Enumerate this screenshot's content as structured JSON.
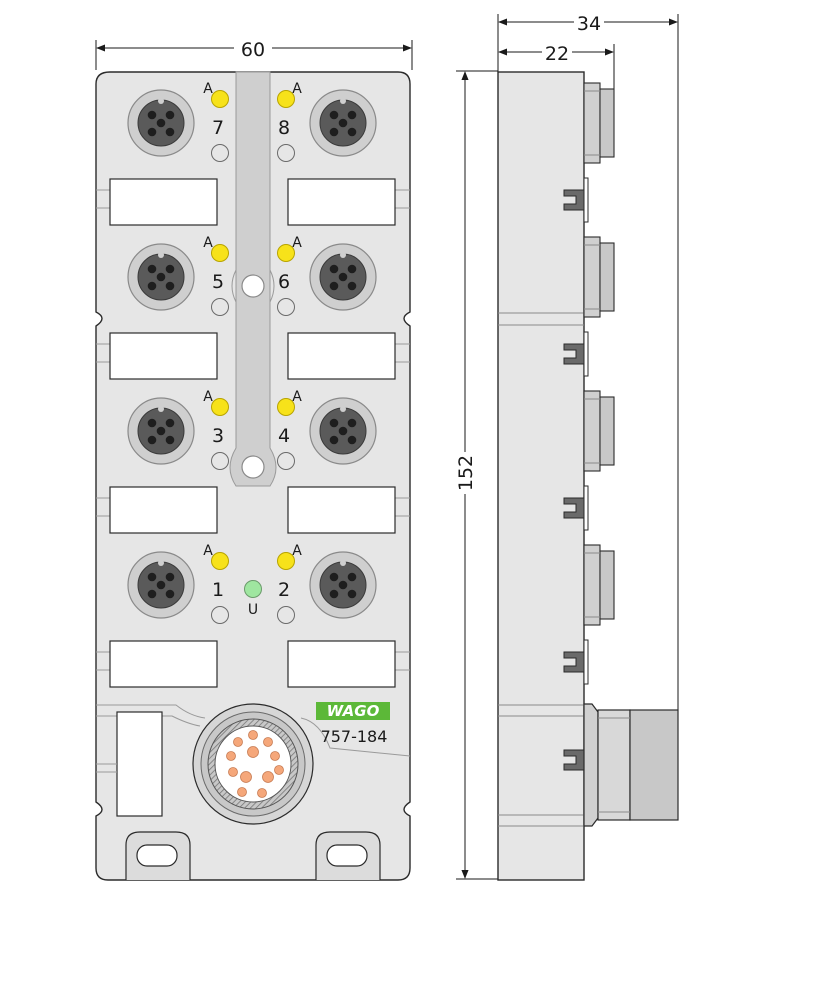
{
  "dimensions": {
    "width": "60",
    "height": "152",
    "depth_total": "34",
    "depth_body": "22"
  },
  "ports": [
    {
      "number": "7",
      "led": "A"
    },
    {
      "number": "8",
      "led": "A"
    },
    {
      "number": "5",
      "led": "A"
    },
    {
      "number": "6",
      "led": "A"
    },
    {
      "number": "3",
      "led": "A"
    },
    {
      "number": "4",
      "led": "A"
    },
    {
      "number": "1",
      "led": "A"
    },
    {
      "number": "2",
      "led": "A"
    }
  ],
  "power_led_label": "U",
  "brand": "WAGO",
  "model": "757-184",
  "colors": {
    "housing": "#e6e6e6",
    "outline": "#2b2b2b",
    "led_yellow": "#f7e21a",
    "led_green": "#9fe6a0",
    "socket_dark": "#5a5a5a",
    "pins_orange": "#f5a77a",
    "brand_green": "#5cb838"
  }
}
